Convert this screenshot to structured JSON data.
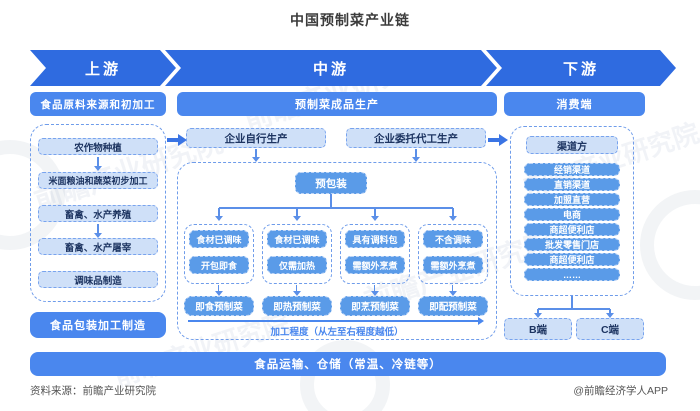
{
  "title": "中国预制菜产业链",
  "banner": {
    "segments": [
      {
        "label": "上游"
      },
      {
        "label": "中游"
      },
      {
        "label": "下游"
      }
    ]
  },
  "upstream": {
    "header": "食品原料来源和初加工",
    "items": [
      "农作物种植",
      "米面粮油和蔬菜初步加工",
      "畜禽、水产养殖",
      "畜禽、水产屠宰",
      "调味品制造"
    ],
    "packaging": "食品包装加工制造"
  },
  "midstream": {
    "header": "预制菜成品生产",
    "production_modes": [
      "企业自行生产",
      "企业委托代工生产"
    ],
    "prepackage": "预包装",
    "columns": [
      {
        "features": [
          "食材已调味",
          "开包即食"
        ],
        "result": "即食预制菜"
      },
      {
        "features": [
          "食材已调味",
          "仅需加热"
        ],
        "result": "即热预制菜"
      },
      {
        "features": [
          "具有调料包",
          "需额外烹煮"
        ],
        "result": "即烹预制菜"
      },
      {
        "features": [
          "不含调味",
          "需额外烹煮"
        ],
        "result": "即配预制菜"
      }
    ],
    "axis_label": "加工程度（从左至右程度越低）"
  },
  "downstream": {
    "header": "消费端",
    "channel_title": "渠道方",
    "channels": [
      "经销渠道",
      "直销渠道",
      "加盟直营",
      "电商",
      "商超便利店",
      "批发零售门店",
      "商超便利店",
      "……"
    ],
    "ends": [
      "B端",
      "C端"
    ]
  },
  "logistics_bar": "食品运输、仓储（常温、冷链等）",
  "footer": {
    "source": "资料来源：前瞻产业研究院",
    "credit": "@前瞻经济学人APP"
  },
  "watermark": "前瞻产业研究院",
  "colors": {
    "banner": "#2f6be0",
    "section_header": "#4a87ee",
    "solid_box": "#5a9be8",
    "light_box_bg": "#cfe0f8",
    "light_box_text": "#1d3461",
    "dashed_border": "#6f9cea",
    "axis_label": "#4a87ee",
    "line": "#5b8fe8"
  }
}
